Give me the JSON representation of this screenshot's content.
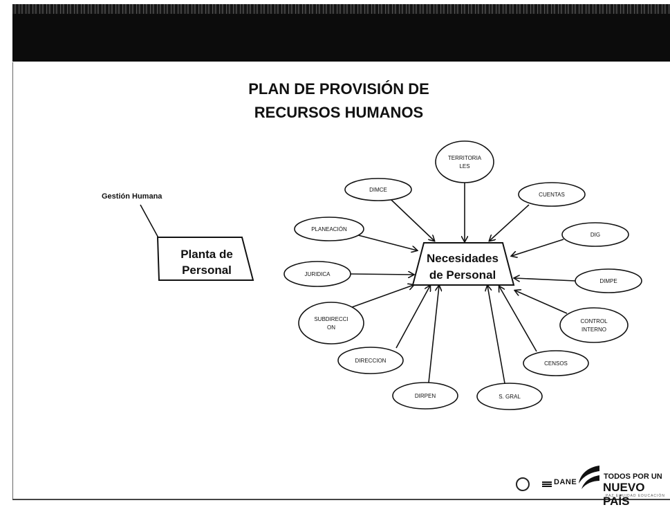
{
  "slide": {
    "title_line1": "PLAN DE PROVISIÓN DE",
    "title_line2": "RECURSOS HUMANOS"
  },
  "diagram": {
    "source_label": "Gestión Humana",
    "left_box": {
      "line1": "Planta de",
      "line2": "Personal"
    },
    "center_box": {
      "line1": "Necesidades",
      "line2": "de Personal"
    },
    "nodes": [
      {
        "id": "territoriales",
        "lines": [
          "TERRITORIA",
          "LES"
        ]
      },
      {
        "id": "dimce",
        "lines": [
          "DIMCE"
        ]
      },
      {
        "id": "cuentas",
        "lines": [
          "CUENTAS"
        ]
      },
      {
        "id": "planeacion",
        "lines": [
          "PLANEACIÓN"
        ]
      },
      {
        "id": "dig",
        "lines": [
          "DIG"
        ]
      },
      {
        "id": "juridica",
        "lines": [
          "JURIDICA"
        ]
      },
      {
        "id": "dimpe",
        "lines": [
          "DIMPE"
        ]
      },
      {
        "id": "subdireccion",
        "lines": [
          "SUBDIRECCI",
          "ON"
        ]
      },
      {
        "id": "control-interno",
        "lines": [
          "CONTROL",
          "INTERNO"
        ]
      },
      {
        "id": "direccion",
        "lines": [
          "DIRECCION"
        ]
      },
      {
        "id": "censos",
        "lines": [
          "CENSOS"
        ]
      },
      {
        "id": "dirpen",
        "lines": [
          "DIRPEN"
        ]
      },
      {
        "id": "s-gral",
        "lines": [
          "S. GRAL"
        ]
      }
    ]
  },
  "footer": {
    "dane_label": "DANE",
    "slogan_line1": "TODOS POR UN",
    "slogan_line2": "NUEVO PAÍS",
    "slogan_line3": "PAZ EQUIDAD EDUCACIÓN"
  }
}
